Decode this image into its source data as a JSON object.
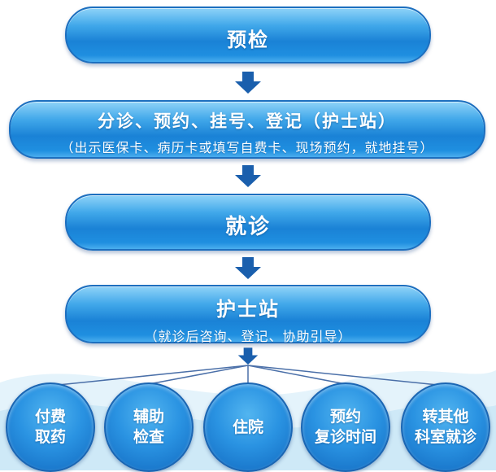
{
  "colors": {
    "pill_mid": "#1a82d6",
    "pill_light": "#8fd3f8",
    "border": "#1d6fbf",
    "arrow": "#1a5fad",
    "connector": "#4a6fa8"
  },
  "steps": [
    {
      "title": "预检"
    },
    {
      "title": "分诊、预约、挂号、登记（护士站）",
      "subtitle": "（出示医保卡、病历卡或填写自费卡、现场预约，就地挂号）"
    },
    {
      "title": "就诊"
    },
    {
      "title": "护士站",
      "subtitle": "（就诊后咨询、登记、协助引导）"
    }
  ],
  "outcomes": [
    {
      "line1": "付费",
      "line2": "取药"
    },
    {
      "line1": "辅助",
      "line2": "检查"
    },
    {
      "line1": "住院",
      "line2": ""
    },
    {
      "line1": "预约",
      "line2": "复诊时间"
    },
    {
      "line1": "转其他",
      "line2": "科室就诊"
    }
  ]
}
